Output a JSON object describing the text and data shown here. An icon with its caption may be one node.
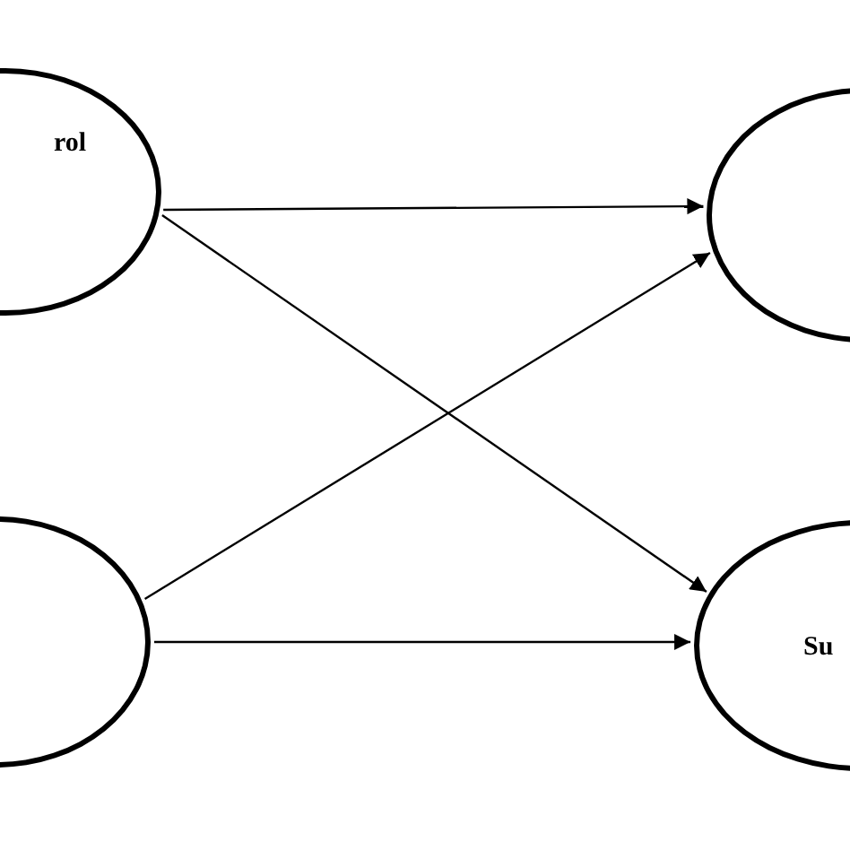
{
  "diagram": {
    "nodes": [
      {
        "text": [
          "rol"
        ]
      },
      {
        "text": [],
        "shape": "ellipse"
      },
      {
        "text": [],
        "shape": "ellipse"
      },
      {
        "text": [
          "Su"
        ]
      }
    ],
    "edges": [
      {
        "from": 0,
        "to": 2,
        "arrow": "to"
      },
      {
        "from": 0,
        "to": 3,
        "arrow": "to"
      },
      {
        "from": 1,
        "to": 2,
        "arrow": "to"
      },
      {
        "from": 1,
        "to": 3,
        "arrow": "to"
      }
    ]
  }
}
